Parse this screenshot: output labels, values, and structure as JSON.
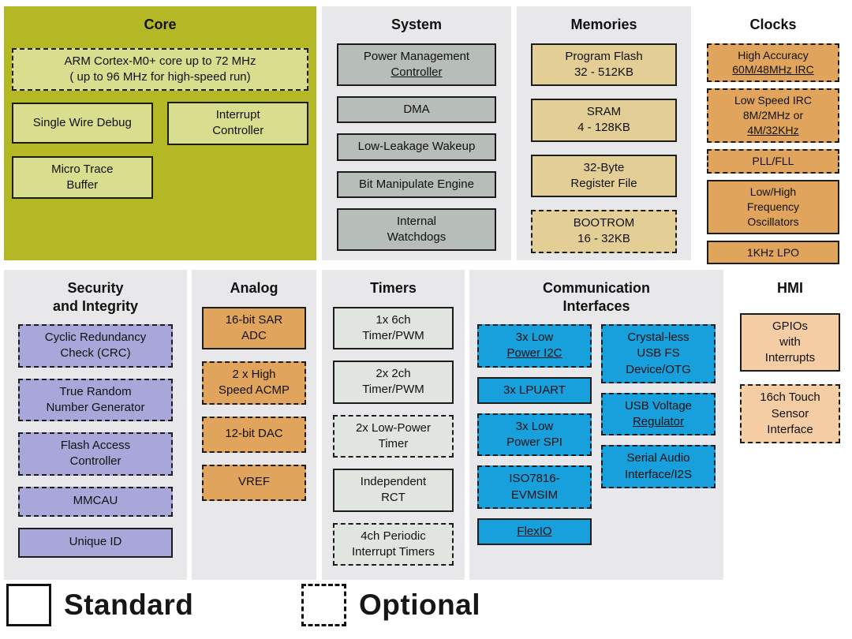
{
  "legend": {
    "standard_label": "Standard",
    "optional_label": "Optional"
  },
  "sections": {
    "core": {
      "title": "Core",
      "panel_bg": "#b3b824",
      "box_bg": "#d9dd8e",
      "blocks": [
        {
          "name": "arm-cortex-m0-block",
          "border": "dashed",
          "lines": [
            "ARM Cortex-M0+ core up to 72 MHz",
            "( up to 96 MHz for high-speed run)"
          ]
        },
        {
          "name": "single-wire-debug-block",
          "border": "solid",
          "lines": [
            "Single Wire Debug"
          ]
        },
        {
          "name": "interrupt-controller-block",
          "border": "solid",
          "lines": [
            "Interrupt",
            "Controller"
          ]
        },
        {
          "name": "micro-trace-buffer-block",
          "border": "solid",
          "lines": [
            "Micro Trace",
            "Buffer"
          ]
        }
      ]
    },
    "system": {
      "title": "System",
      "panel_bg": "#e8e8ea",
      "box_bg": "#b7bdb8",
      "blocks": [
        {
          "name": "power-management-controller-block",
          "border": "solid",
          "lines": [
            "Power Management",
            "Controller"
          ],
          "underline": [
            1
          ]
        },
        {
          "name": "dma-block",
          "border": "solid",
          "lines": [
            "DMA"
          ]
        },
        {
          "name": "low-leakage-wakeup-block",
          "border": "solid",
          "lines": [
            "Low-Leakage Wakeup"
          ]
        },
        {
          "name": "bit-manipulate-engine-block",
          "border": "solid",
          "lines": [
            "Bit Manipulate Engine"
          ]
        },
        {
          "name": "internal-watchdogs-block",
          "border": "solid",
          "lines": [
            "Internal",
            "Watchdogs"
          ]
        }
      ]
    },
    "memories": {
      "title": "Memories",
      "panel_bg": "#e8e8ea",
      "box_bg": "#e3cf95",
      "blocks": [
        {
          "name": "program-flash-block",
          "border": "solid",
          "lines": [
            "Program Flash",
            "32 - 512KB"
          ]
        },
        {
          "name": "sram-block",
          "border": "solid",
          "lines": [
            "SRAM",
            "4 - 128KB"
          ]
        },
        {
          "name": "register-file-block",
          "border": "solid",
          "lines": [
            "32-Byte",
            "Register File"
          ]
        },
        {
          "name": "bootrom-block",
          "border": "dashed",
          "lines": [
            "BOOTROM",
            "16 - 32KB"
          ]
        }
      ]
    },
    "clocks": {
      "title": "Clocks",
      "panel_bg": "#ffffff",
      "box_bg": "#e0a45c",
      "blocks": [
        {
          "name": "high-accuracy-irc-block",
          "border": "dashed",
          "lines": [
            "High Accuracy",
            "60M/48MHz IRC"
          ],
          "underline": [
            1
          ]
        },
        {
          "name": "low-speed-irc-block",
          "border": "dashed",
          "lines": [
            "Low Speed IRC",
            "8M/2MHz or",
            "4M/32KHz"
          ],
          "underline": [
            2
          ]
        },
        {
          "name": "pll-fll-block",
          "border": "dashed",
          "lines": [
            "PLL/FLL"
          ]
        },
        {
          "name": "oscillators-block",
          "border": "solid",
          "lines": [
            "Low/High",
            "Frequency",
            "Oscillators"
          ]
        },
        {
          "name": "lpo-block",
          "border": "solid",
          "lines": [
            "1KHz LPO"
          ]
        }
      ]
    },
    "security": {
      "title": "Security\nand Integrity",
      "panel_bg": "#e8e8ea",
      "box_bg": "#a9a7da",
      "blocks": [
        {
          "name": "crc-block",
          "border": "dashed",
          "lines": [
            "Cyclic Redundancy",
            "Check (CRC)"
          ]
        },
        {
          "name": "trng-block",
          "border": "dashed",
          "lines": [
            "True Random",
            "Number Generator"
          ]
        },
        {
          "name": "flash-access-controller-block",
          "border": "dashed",
          "lines": [
            "Flash Access",
            "Controller"
          ]
        },
        {
          "name": "mmcau-block",
          "border": "dashed",
          "lines": [
            "MMCAU"
          ]
        },
        {
          "name": "unique-id-block",
          "border": "solid",
          "lines": [
            "Unique ID"
          ]
        }
      ]
    },
    "analog": {
      "title": "Analog",
      "panel_bg": "#e8e8ea",
      "box_bg": "#e0a45c",
      "blocks": [
        {
          "name": "sar-adc-block",
          "border": "solid",
          "lines": [
            "16-bit SAR",
            "ADC"
          ]
        },
        {
          "name": "acmp-block",
          "border": "dashed",
          "lines": [
            "2 x High",
            "Speed ACMP"
          ]
        },
        {
          "name": "dac-block",
          "border": "dashed",
          "lines": [
            "12-bit DAC"
          ]
        },
        {
          "name": "vref-block",
          "border": "dashed",
          "lines": [
            "VREF"
          ]
        }
      ]
    },
    "timers": {
      "title": "Timers",
      "panel_bg": "#e8e8ea",
      "box_bg": "#e0e5df",
      "blocks": [
        {
          "name": "timer-pwm-6ch-block",
          "border": "solid",
          "lines": [
            "1x 6ch",
            "Timer/PWM"
          ]
        },
        {
          "name": "timer-pwm-2ch-block",
          "border": "solid",
          "lines": [
            "2x 2ch",
            "Timer/PWM"
          ]
        },
        {
          "name": "low-power-timer-block",
          "border": "dashed",
          "lines": [
            "2x Low-Power",
            "Timer"
          ]
        },
        {
          "name": "independent-rct-block",
          "border": "solid",
          "lines": [
            "Independent",
            "RCT"
          ]
        },
        {
          "name": "periodic-interrupt-timers-block",
          "border": "dashed",
          "lines": [
            "4ch Periodic",
            "Interrupt Timers"
          ]
        }
      ]
    },
    "comm": {
      "title": "Communication\nInterfaces",
      "panel_bg": "#e8e8ea",
      "box_bg": "#17a0dc",
      "columns": [
        [
          {
            "name": "low-power-i2c-block",
            "border": "dashed",
            "lines": [
              "3x Low",
              "Power I2C"
            ],
            "underline": [
              1
            ]
          },
          {
            "name": "lpuart-block",
            "border": "solid",
            "lines": [
              "3x LPUART"
            ]
          },
          {
            "name": "low-power-spi-block",
            "border": "dashed",
            "lines": [
              "3x Low",
              "Power SPI"
            ]
          },
          {
            "name": "iso7816-evmsim-block",
            "border": "dashed",
            "lines": [
              "ISO7816-",
              "EVMSIM"
            ]
          },
          {
            "name": "flexio-block",
            "border": "solid",
            "lines": [
              "FlexIO"
            ],
            "underline": [
              0
            ]
          }
        ],
        [
          {
            "name": "usb-fs-block",
            "border": "dashed",
            "lines": [
              "Crystal-less",
              "USB FS",
              "Device/OTG"
            ]
          },
          {
            "name": "usb-voltage-regulator-block",
            "border": "dashed",
            "lines": [
              "USB Voltage",
              "Regulator"
            ],
            "underline": [
              1
            ]
          },
          {
            "name": "sai-i2s-block",
            "border": "dashed",
            "lines": [
              "Serial Audio",
              "Interface/I2S"
            ]
          }
        ]
      ]
    },
    "hmi": {
      "title": "HMI",
      "panel_bg": "#ffffff",
      "box_bg": "#f5cda5",
      "blocks": [
        {
          "name": "gpio-block",
          "border": "solid",
          "lines": [
            "GPIOs",
            "with",
            "Interrupts"
          ]
        },
        {
          "name": "touch-sensor-block",
          "border": "dashed",
          "lines": [
            "16ch Touch",
            "Sensor",
            "Interface"
          ]
        }
      ]
    }
  }
}
